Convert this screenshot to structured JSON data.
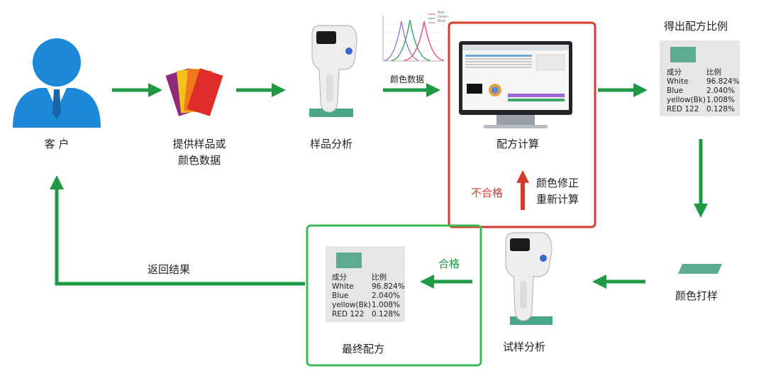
{
  "nodes": {
    "customer": "客 户",
    "provide_line1": "提供样品或",
    "provide_line2": "颜色数据",
    "sample_analysis": "样品分析",
    "color_data": "颜色数据",
    "formula_calc": "配方计算",
    "get_ratio": "得出配方比例",
    "color_proof": "颜色打样",
    "trial_analysis": "试样分析",
    "final_formula": "最终配方",
    "return_result": "返回结果",
    "pass": "合格",
    "fail": "不合格",
    "correction_line1": "颜色修正",
    "correction_line2": "重新计算"
  },
  "spectrum_legend": [
    "Red",
    "Green",
    "Blue"
  ],
  "result_table": {
    "header": [
      "成分",
      "比例"
    ],
    "rows": [
      [
        "White",
        "96.824%"
      ],
      [
        "Blue",
        "2.040%"
      ],
      [
        "yellow(Bk)",
        "1.008%"
      ],
      [
        "RED 122",
        "0.128%"
      ]
    ]
  },
  "colors": {
    "flow_green": "#1f9a44",
    "highlight_red": "#d63a2f",
    "highlight_green": "#3dbb55",
    "swatch": "#5eab93",
    "person_blue": "#1e88d8"
  },
  "icons": [
    "person-icon",
    "color-swatch-fan-icon",
    "spectrophotometer-icon",
    "spectrum-chart-icon",
    "monitor-icon",
    "sample-swatch-icon"
  ]
}
